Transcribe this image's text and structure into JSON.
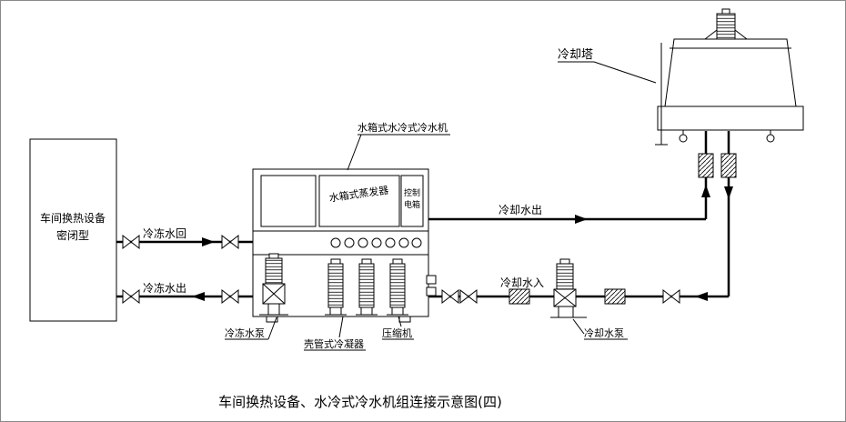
{
  "diagram": {
    "title": "车间换热设备、水冷式冷水机组连接示意图(四)",
    "workshop": {
      "line1": "车间换热设备",
      "line2": "密闭型"
    },
    "chiller_label": "水箱式水冷式冷水机",
    "evaporator_label": "水箱式蒸发器",
    "control_box": {
      "line1": "控制",
      "line2": "电箱"
    },
    "flow_labels": {
      "chilled_return": "冷冻水回",
      "chilled_out": "冷冻水出",
      "cooling_out": "冷却水出",
      "cooling_in": "冷却水入"
    },
    "equipment_labels": {
      "chilled_pump": "冷冻水泵",
      "condenser": "壳管式冷凝器",
      "compressor": "压缩机",
      "cooling_pump": "冷却水泵",
      "cooling_tower": "冷却塔"
    },
    "colors": {
      "line": "#000000",
      "background": "#ffffff"
    }
  }
}
